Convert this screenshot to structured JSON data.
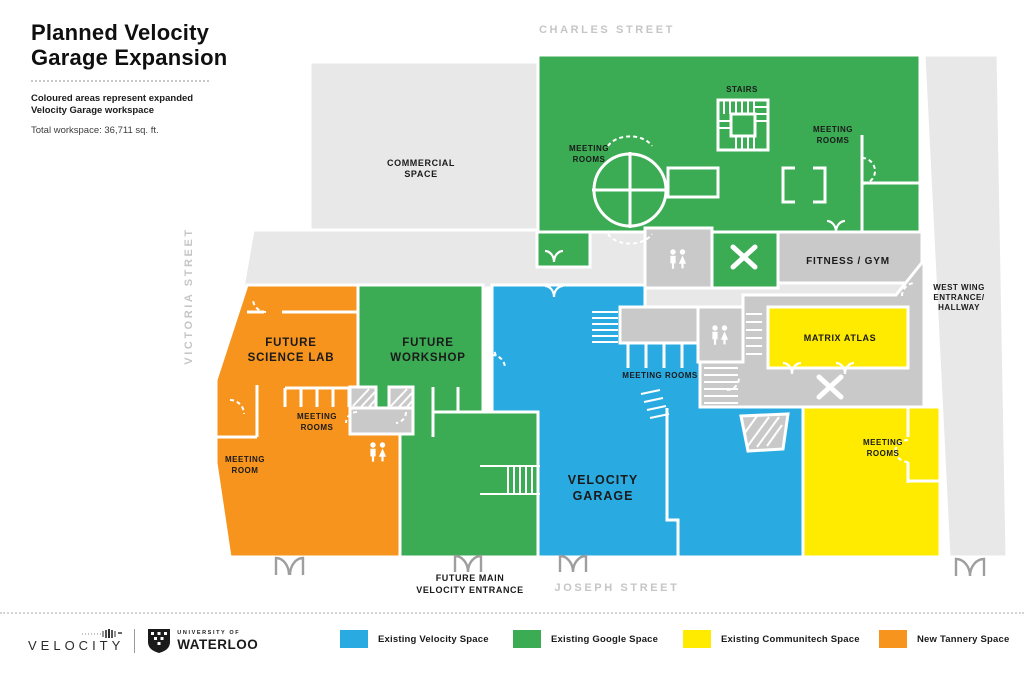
{
  "header": {
    "title_line1": "Planned Velocity",
    "title_line2": "Garage Expansion",
    "subtitle_line1": "Coloured areas represent expanded",
    "subtitle_line2": "Velocity Garage workspace",
    "total": "Total workspace: 36,711 sq. ft."
  },
  "streets": {
    "charles": "CHARLES STREET",
    "victoria": "VICTORIA STREET",
    "joseph": "JOSEPH STREET"
  },
  "plan": {
    "colors": {
      "velocity_blue": "#29ABE2",
      "google_green": "#3BAB54",
      "communitech_yellow": "#FFEB00",
      "tannery_orange": "#F7941E",
      "hall_light": "#E8E8E8",
      "hall_mid": "#C9C9C9"
    },
    "labels": {
      "commercial_1": "COMMERCIAL",
      "commercial_2": "SPACE",
      "stairs": "STAIRS",
      "meeting": "MEETING",
      "rooms": "ROOMS",
      "room": "ROOM",
      "meeting_rooms": "MEETING ROOMS",
      "fitness": "FITNESS / GYM",
      "west_wing_1": "WEST WING",
      "west_wing_2": "ENTRANCE/",
      "west_wing_3": "HALLWAY",
      "matrix": "MATRIX ATLAS",
      "velocity_1": "VELOCITY",
      "velocity_2": "GARAGE",
      "future": "FUTURE",
      "science_lab": "SCIENCE LAB",
      "workshop": "WORKSHOP"
    }
  },
  "entrance": {
    "line1": "FUTURE MAIN",
    "line2": "VELOCITY ENTRANCE"
  },
  "legend": {
    "items": [
      {
        "label": "Existing Velocity Space",
        "color": "#29ABE2"
      },
      {
        "label": "Existing Google Space",
        "color": "#3BAB54"
      },
      {
        "label": "Existing Communitech Space",
        "color": "#FFEB00"
      },
      {
        "label": "New Tannery Space",
        "color": "#F7941E"
      }
    ]
  },
  "footer": {
    "velocity_logo": "VELOCITY",
    "uw_line1": "UNIVERSITY OF",
    "uw_line2": "WATERLOO"
  }
}
